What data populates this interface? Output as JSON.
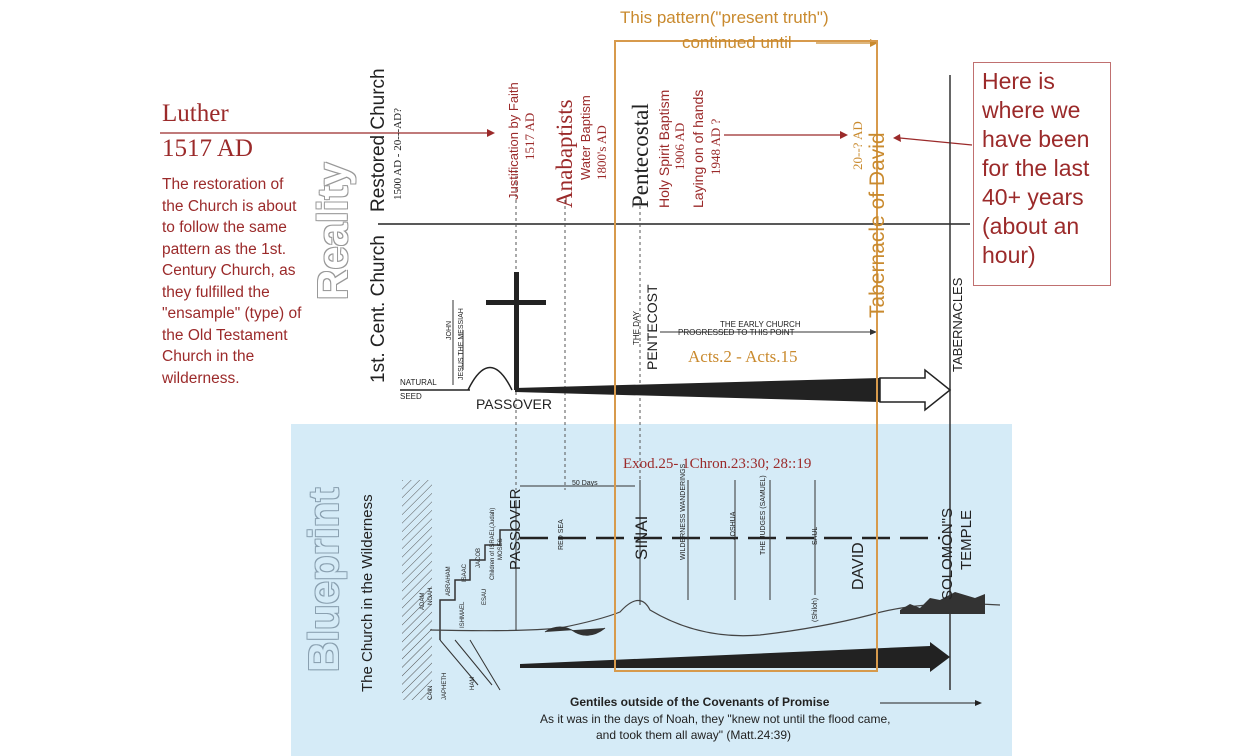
{
  "luther": {
    "name": "Luther",
    "year": "1517 AD",
    "description": "The restoration of the Church is about to follow the same pattern as the 1st. Century Church, as they fulfilled the \"ensample\" (type) of the Old Testament Church in the wilderness."
  },
  "pattern_note": {
    "line1": "This pattern(\"present truth\")",
    "line2": "continued until"
  },
  "callout": {
    "text": "Here is where we have been for the last 40+ years (about an hour)"
  },
  "reality": {
    "title": "Reality",
    "restored_church": "Restored Church",
    "restored_dates": "1500 AD - 20---AD?",
    "first_century": "1st. Cent. Church"
  },
  "reality_columns": {
    "justification": "Justification by Faith",
    "justification_year": "1517 AD",
    "anabaptists": "Anabaptists",
    "water_baptism": "Water Baptism",
    "water_baptism_year": "1800's AD",
    "pentecostal": "Pentecostal",
    "holy_spirit": "Holy Spirit Baptism",
    "holy_spirit_year": "1906 AD",
    "laying_hands": "Laying on of hands",
    "laying_hands_year": "1948 AD ?",
    "future_year": "20--? AD",
    "tabernacle_david": "Tabernacle of David"
  },
  "first_century_timeline": {
    "natural": "NATURAL",
    "seed": "SEED",
    "john": "JOHN",
    "jesus": "JESUS THE MESSIAH",
    "passover": "PASSOVER",
    "the_day": "THE DAY",
    "pentecost": "PENTECOST",
    "early_church_line1": "THE EARLY CHURCH",
    "early_church_line2": "PROGRESSED TO THIS POINT",
    "acts": "Acts.2 - Acts.15",
    "tabernacles": "TABERNACLES"
  },
  "blueprint": {
    "title": "Blueprint",
    "subtitle": "The Church in the Wilderness",
    "exodus_ref": "Exod.25- 1Chron.23:30; 28::19",
    "fifty_days": "50 Days",
    "passover": "PASSOVER",
    "red_sea": "RED SEA",
    "sinai": "SINAI",
    "wilderness": "WILDERNESS WANDERINGS",
    "joshua": "JOSHUA",
    "judges": "THE JUDGES (SAMUEL)",
    "saul": "SAUL",
    "david": "DAVID",
    "solomons_temple_line1": "SOLOMON\"S",
    "solomons_temple_line2": "TEMPLE",
    "shiloh": "(Shiloh)",
    "patriarchs": [
      "ADAM",
      "NOAH",
      "ABRAHAM",
      "ISAAC",
      "JACOB",
      "ISHMAEL",
      "ESAU",
      "Children of ISRAEL(Judah)",
      "MOSES"
    ],
    "lower_names": [
      "CAIN",
      "HAM",
      "JAPHETH"
    ]
  },
  "footer": {
    "gentiles": "Gentiles outside of the Covenants of Promise",
    "noah_line1": "As it was in the days of Noah, they \"knew not until the flood came,",
    "noah_line2": "and took them all away\" (Matt.24:39)"
  },
  "colors": {
    "red_text": "#9b2a2a",
    "gold_text": "#c98a2e",
    "blueprint_bg": "#d5ebf7",
    "orange_frame": "#d79a4c"
  }
}
